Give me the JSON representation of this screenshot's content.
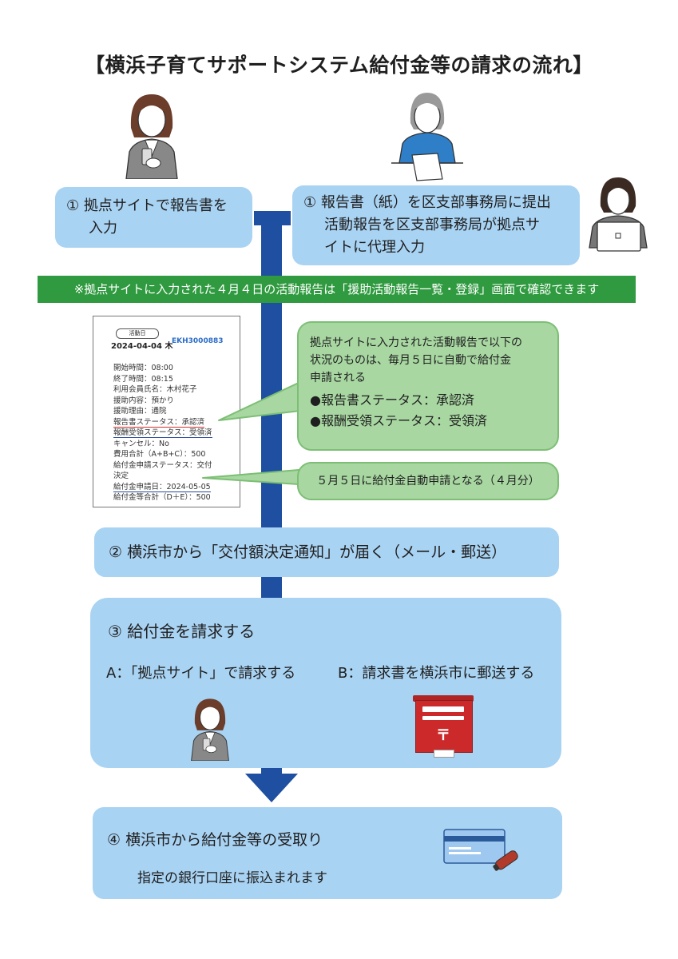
{
  "title": "【横浜子育てサポートシステム給付金等の請求の流れ】",
  "step1_left": {
    "line1": "① 拠点サイトで報告書を",
    "line2": "入力"
  },
  "step1_right": {
    "line1": "① 報告書（紙）を区支部事務局に提出",
    "line2": "活動報告を区支部事務局が拠点サ",
    "line3": "イトに代理入力"
  },
  "green_notice": "※拠点サイトに入力された４月４日の活動報告は「援助活動報告一覧・登録」画面で確認できます",
  "report_sample": {
    "date_label": "活動日",
    "date": "2024-04-04 木",
    "code": "EKH3000883",
    "lines": [
      "開始時間：08:00",
      "終了時間：08:15",
      "利用会員氏名：木村花子",
      "援助内容：預かり",
      "援助理由：通院",
      "報告書ステータス：承認済",
      "報酬受領ステータス：受領済",
      "キャンセル：No",
      "費用合計（A+B+C）：500",
      "給付金申請ステータス：交付",
      "決定",
      "給付金申請日：2024-05-05",
      "給付金等合計（D＋E）：500"
    ]
  },
  "bubble1": {
    "line1": "拠点サイトに入力された活動報告で以下の",
    "line2": "状況のものは、毎月５日に自動で給付金",
    "line3": "申請される",
    "bullet1": "●報告書ステータス：承認済",
    "bullet2": "●報酬受領ステータス：受領済"
  },
  "bubble2": "５月５日に給付金自動申請となる（４月分）",
  "step2": "②  横浜市から「交付額決定通知」が届く（メール・郵送）",
  "step3": {
    "title": "③  給付金を請求する",
    "optionA": "A：「拠点サイト」で請求する",
    "optionB": "B：請求書を横浜市に郵送する",
    "postbox_mark": "〒"
  },
  "step4": {
    "title": "④  横浜市から給付金等の受取り",
    "sub": "指定の銀行口座に振込まれます"
  },
  "colors": {
    "box_blue": "#a9d3f3",
    "arrow_navy": "#1f4fa0",
    "notice_green": "#2f9a3f",
    "bubble_green": "#a8d7a2",
    "postbox_red": "#cc2a2a"
  }
}
